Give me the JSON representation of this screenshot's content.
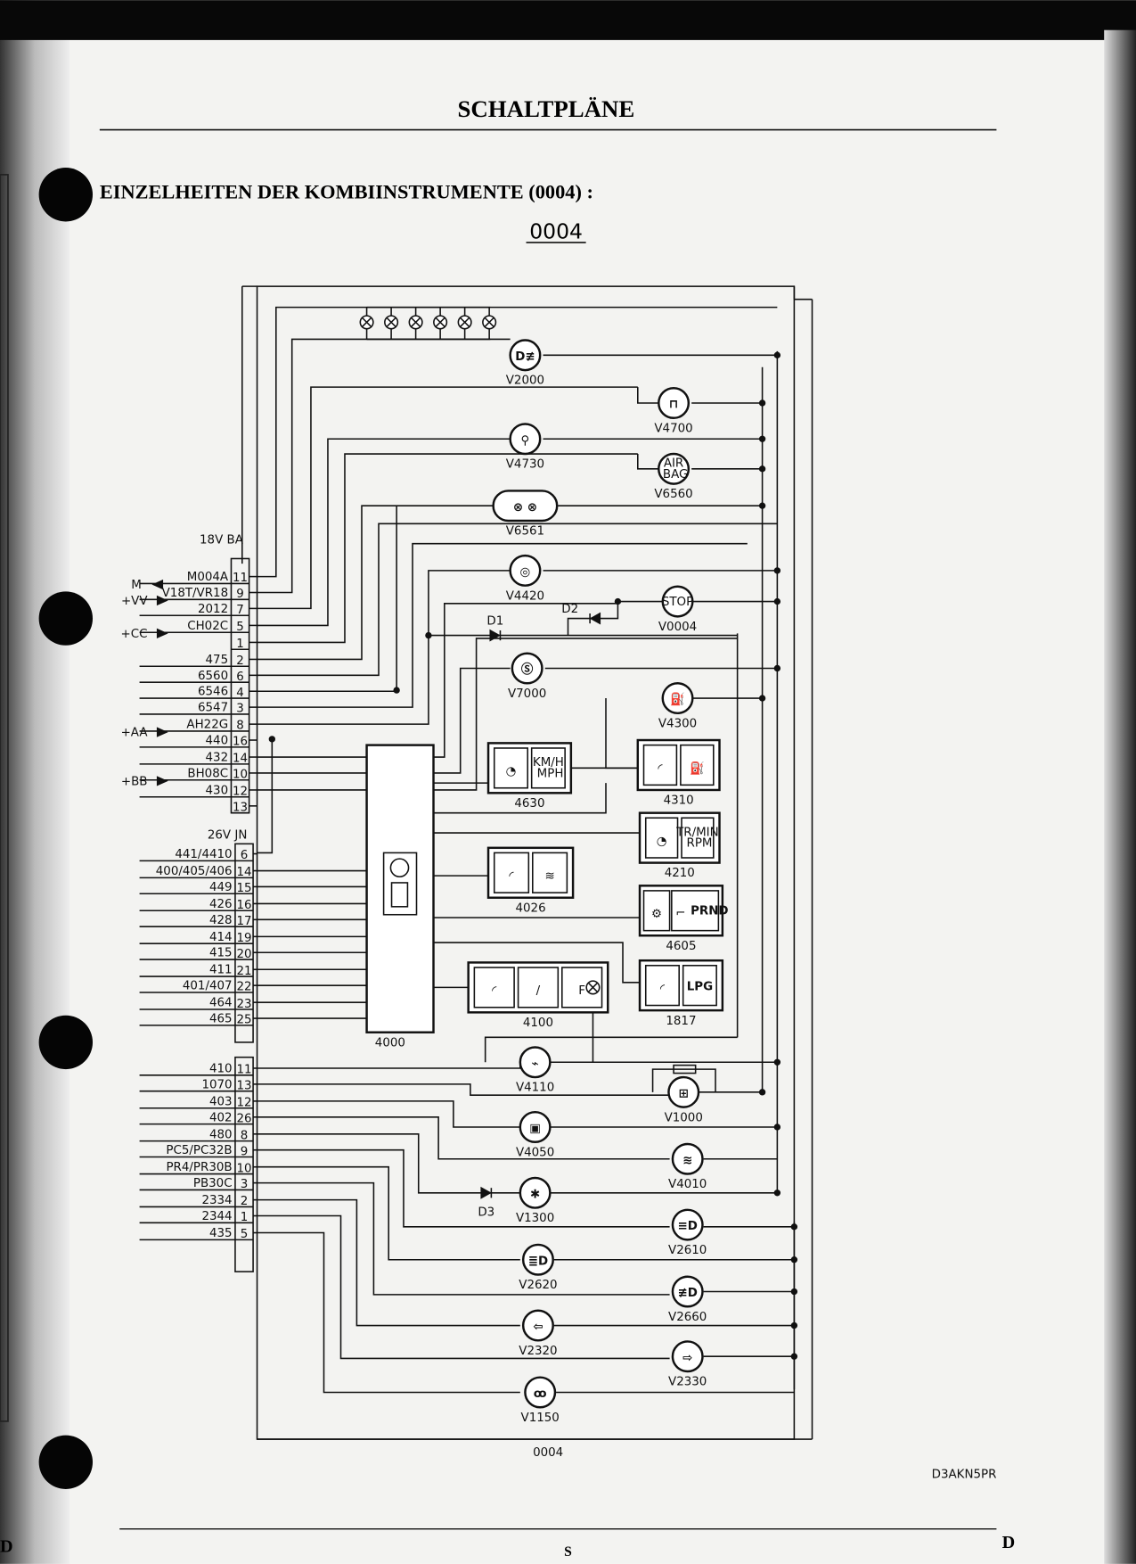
{
  "header": {
    "title": "SCHALTPLÄNE",
    "subtitle": "EINZELHEITEN DER KOMBIINSTRUMENTE (0004) :",
    "diagram_code": "0004"
  },
  "footer": {
    "diagram_code": "0004",
    "reference": "D3AKN5PR",
    "page_letter_left": "D",
    "page_center": "S",
    "page_letter_right": "D"
  },
  "connectors": [
    {
      "title": "18V BA",
      "pins": [
        {
          "pin": "11",
          "wire": "M004A",
          "signal": "M",
          "dir": "out"
        },
        {
          "pin": "9",
          "wire": "V18T/VR18",
          "signal": "+VV",
          "dir": "in"
        },
        {
          "pin": "7",
          "wire": "2012"
        },
        {
          "pin": "5",
          "wire": "CH02C",
          "signal": "+CC",
          "dir": "in"
        },
        {
          "pin": "1",
          "wire": ""
        },
        {
          "pin": "2",
          "wire": "475"
        },
        {
          "pin": "6",
          "wire": "6560"
        },
        {
          "pin": "4",
          "wire": "6546"
        },
        {
          "pin": "3",
          "wire": "6547"
        },
        {
          "pin": "8",
          "wire": "AH22G",
          "signal": "+AA",
          "dir": "in"
        },
        {
          "pin": "16",
          "wire": "440"
        },
        {
          "pin": "14",
          "wire": "432"
        },
        {
          "pin": "10",
          "wire": "BH08C",
          "signal": "+BB",
          "dir": "in"
        },
        {
          "pin": "12",
          "wire": "430"
        },
        {
          "pin": "13",
          "wire": ""
        }
      ]
    },
    {
      "title": "26V JN",
      "pins": [
        {
          "pin": "6",
          "wire": "441/4410"
        },
        {
          "pin": "14",
          "wire": "400/405/406"
        },
        {
          "pin": "15",
          "wire": "449"
        },
        {
          "pin": "16",
          "wire": "426"
        },
        {
          "pin": "17",
          "wire": "428"
        },
        {
          "pin": "19",
          "wire": "414"
        },
        {
          "pin": "20",
          "wire": "415"
        },
        {
          "pin": "21",
          "wire": "411"
        },
        {
          "pin": "22",
          "wire": "401/407"
        },
        {
          "pin": "23",
          "wire": "464"
        },
        {
          "pin": "25",
          "wire": "465"
        }
      ]
    },
    {
      "title": "",
      "pins": [
        {
          "pin": "11",
          "wire": "410"
        },
        {
          "pin": "13",
          "wire": "1070"
        },
        {
          "pin": "12",
          "wire": "403"
        },
        {
          "pin": "26",
          "wire": "402"
        },
        {
          "pin": "8",
          "wire": "480"
        },
        {
          "pin": "9",
          "wire": "PC5/PC32B"
        },
        {
          "pin": "10",
          "wire": "PR4/PR30B"
        },
        {
          "pin": "3",
          "wire": "PB30C"
        },
        {
          "pin": "2",
          "wire": "2334"
        },
        {
          "pin": "1",
          "wire": "2344"
        },
        {
          "pin": "5",
          "wire": "435"
        }
      ]
    }
  ],
  "lamps": [
    {
      "id": "V2000",
      "icon": "rear-fog-lamp-icon"
    },
    {
      "id": "V4700",
      "icon": "door-open-icon"
    },
    {
      "id": "V4730",
      "icon": "seatbelt-icon"
    },
    {
      "id": "V6560",
      "icon": "airbag-icon",
      "text": "AIR BAG"
    },
    {
      "id": "V6561",
      "icon": "passenger-airbag-off-icon"
    },
    {
      "id": "V4420",
      "icon": "brake-wear-icon"
    },
    {
      "id": "V0004",
      "icon": "stop-icon",
      "text": "STOP"
    },
    {
      "id": "V7000",
      "icon": "abs-icon"
    },
    {
      "id": "V4300",
      "icon": "fuel-icon"
    },
    {
      "id": "V4110",
      "icon": "oil-pressure-icon"
    },
    {
      "id": "V1000",
      "icon": "battery-icon"
    },
    {
      "id": "V4050",
      "icon": "engine-icon"
    },
    {
      "id": "V4010",
      "icon": "coolant-temperature-icon"
    },
    {
      "id": "V1300",
      "icon": "preheating-icon"
    },
    {
      "id": "V2610",
      "icon": "low-beam-icon"
    },
    {
      "id": "V2620",
      "icon": "high-beam-icon"
    },
    {
      "id": "V2660",
      "icon": "front-fog-lamp-icon"
    },
    {
      "id": "V2320",
      "icon": "left-indicator-icon"
    },
    {
      "id": "V2330",
      "icon": "right-indicator-icon"
    },
    {
      "id": "V1150",
      "icon": "glow-plug-icon"
    }
  ],
  "modules": [
    {
      "id": "4630",
      "cells": [
        {
          "icon": "speedometer-icon"
        },
        {
          "text": "KM/H MPH"
        }
      ]
    },
    {
      "id": "4310",
      "cells": [
        {
          "icon": "gauge-icon"
        },
        {
          "icon": "fuel-pump-icon"
        }
      ]
    },
    {
      "id": "4210",
      "cells": [
        {
          "icon": "tachometer-icon"
        },
        {
          "text": "TR/MIN RPM"
        }
      ]
    },
    {
      "id": "4026",
      "cells": [
        {
          "icon": "gauge-icon"
        },
        {
          "icon": "coolant-temperature-icon"
        }
      ]
    },
    {
      "id": "4605",
      "cells": [
        {
          "icon": "gearbox-icon"
        },
        {
          "icon": "gear-steps-icon"
        },
        {
          "text": "PRND"
        }
      ]
    },
    {
      "id": "4100",
      "cells": [
        {
          "icon": "gauge-icon"
        },
        {
          "icon": "wrench-icon"
        },
        {
          "icon": "service-icon"
        }
      ]
    },
    {
      "id": "1817",
      "cells": [
        {
          "icon": "gauge-icon"
        },
        {
          "text": "LPG"
        }
      ]
    },
    {
      "id": "4000",
      "cells": [
        {
          "icon": "instrument-panel-icon"
        }
      ]
    }
  ],
  "diodes": [
    "D1",
    "D2",
    "D3"
  ]
}
